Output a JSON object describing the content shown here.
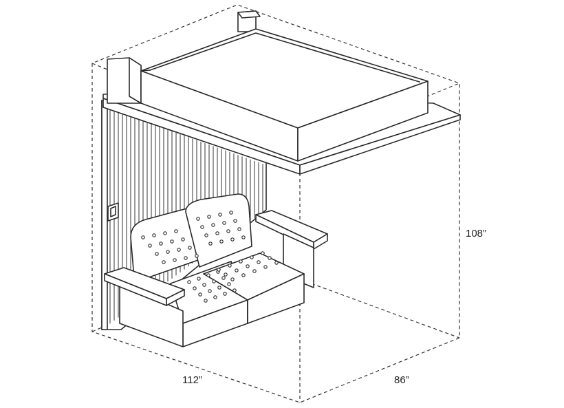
{
  "dimensions": {
    "height": "108”",
    "width": "112”",
    "depth": "86”"
  },
  "colors": {
    "line": "#2a2a2a",
    "background": "#ffffff"
  }
}
